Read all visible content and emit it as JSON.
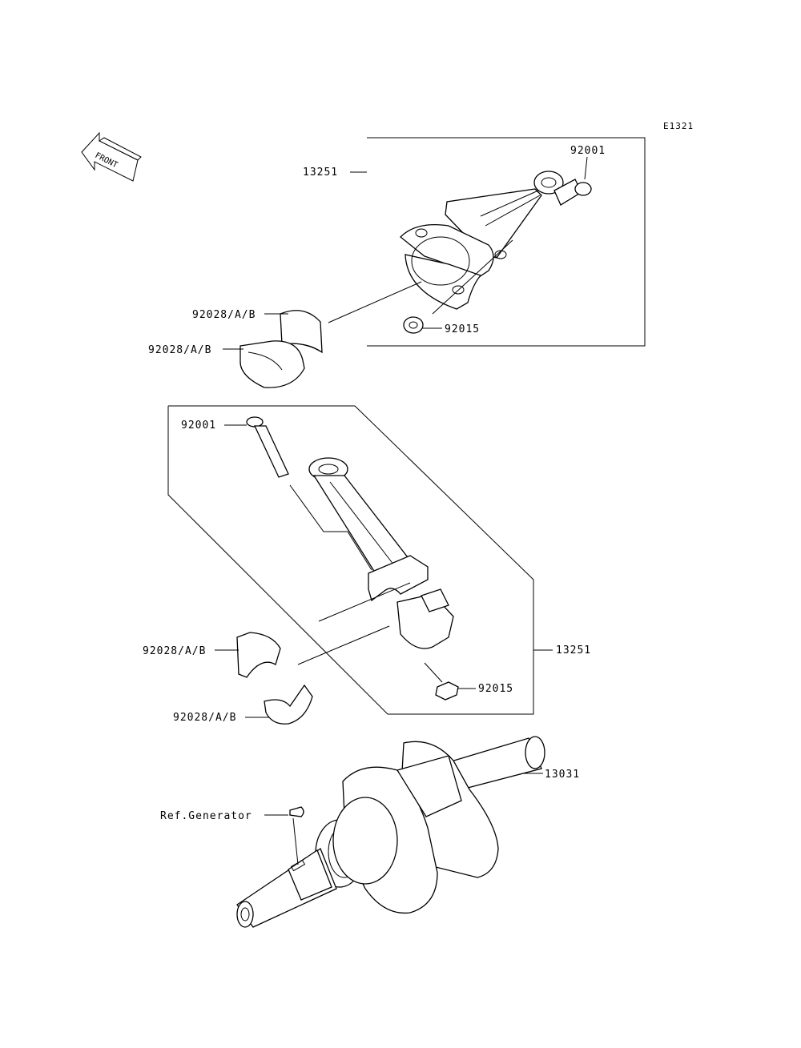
{
  "diagram_code": "E1321",
  "front_arrow_label": "FRONT",
  "upper_group": {
    "assembly_label": "13251",
    "bolt_label": "92001",
    "nut_label": "92015",
    "bearing_upper_label": "92028/A/B",
    "bearing_lower_label": "92028/A/B"
  },
  "lower_group": {
    "assembly_label": "13251",
    "bolt_label": "92001",
    "nut_label": "92015",
    "bearing_upper_label": "92028/A/B",
    "bearing_lower_label": "92028/A/B"
  },
  "crankshaft": {
    "label": "13031",
    "ref_label": "Ref.Generator"
  }
}
